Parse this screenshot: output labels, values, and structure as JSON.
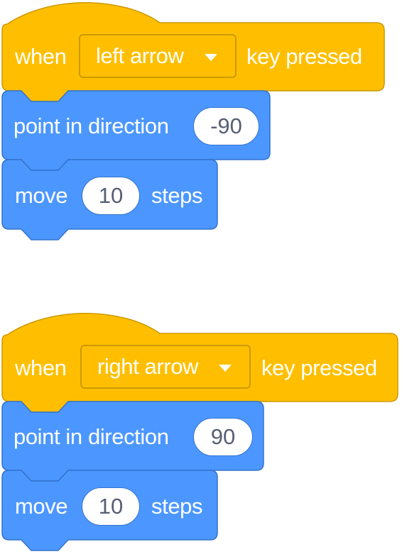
{
  "colors": {
    "events": "#ffbf00",
    "events_border": "#cc9900",
    "motion": "#4c97ff",
    "motion_border": "#3373cc",
    "input_text": "#575e75"
  },
  "scripts": [
    {
      "hat": {
        "when": "when",
        "key": "left arrow",
        "suffix": "key pressed"
      },
      "blocks": [
        {
          "opcode": "point in direction",
          "value": "-90"
        },
        {
          "prefix": "move",
          "value": "10",
          "suffix": "steps"
        }
      ]
    },
    {
      "hat": {
        "when": "when",
        "key": "right arrow",
        "suffix": "key pressed"
      },
      "blocks": [
        {
          "opcode": "point in direction",
          "value": "90"
        },
        {
          "prefix": "move",
          "value": "10",
          "suffix": "steps"
        }
      ]
    }
  ]
}
